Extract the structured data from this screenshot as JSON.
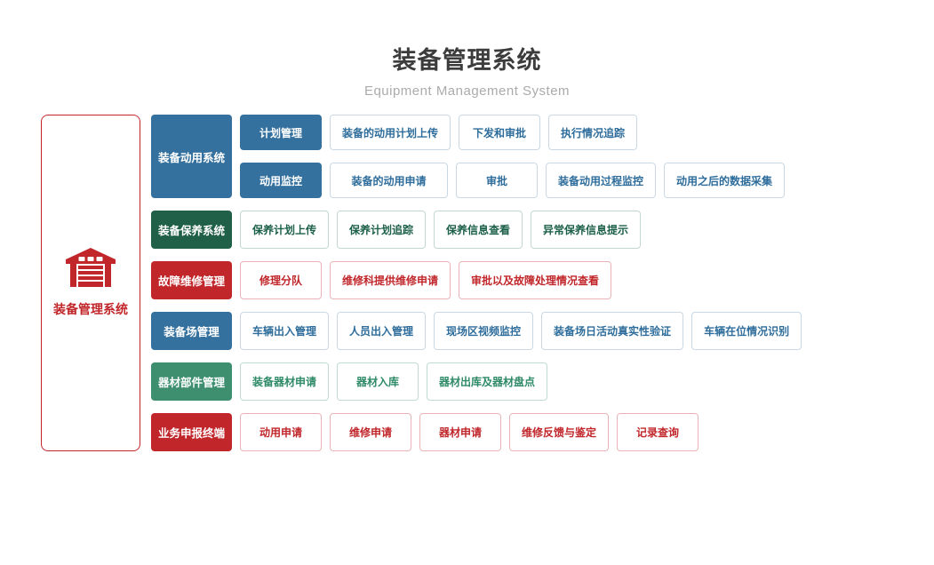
{
  "header": {
    "title": "装备管理系统",
    "subtitle": "Equipment Management System"
  },
  "sidebar": {
    "label": "装备管理系统",
    "icon": "garage-icon"
  },
  "colors": {
    "blue": "#35719e",
    "dark_green": "#206049",
    "red": "#c0262a",
    "green": "#3d8f70",
    "title_text": "#3c3c3c",
    "subtitle_text": "#ababab"
  },
  "system": {
    "group1": {
      "category": "装备动用系统",
      "subgroups": [
        {
          "label": "计划管理",
          "items": [
            "装备的动用计划上传",
            "下发和审批",
            "执行情况追踪"
          ]
        },
        {
          "label": "动用监控",
          "items": [
            "装备的动用申请",
            "审批",
            "装备动用过程监控",
            "动用之后的数据采集"
          ]
        }
      ]
    },
    "rows": [
      {
        "category": "装备保养系统",
        "items": [
          "保养计划上传",
          "保养计划追踪",
          "保养信息查看",
          "异常保养信息提示"
        ]
      },
      {
        "category": "故障维修管理",
        "items": [
          "修理分队",
          "维修科提供维修申请",
          "审批以及故障处理情况查看"
        ]
      },
      {
        "category": "装备场管理",
        "items": [
          "车辆出入管理",
          "人员出入管理",
          "现场区视频监控",
          "装备场日活动真实性验证",
          "车辆在位情况识别"
        ]
      },
      {
        "category": "器材部件管理",
        "items": [
          "装备器材申请",
          "器材入库",
          "器材出库及器材盘点"
        ]
      },
      {
        "category": "业务申报终端",
        "items": [
          "动用申请",
          "维修申请",
          "器材申请",
          "维修反馈与鉴定",
          "记录查询"
        ]
      }
    ]
  }
}
